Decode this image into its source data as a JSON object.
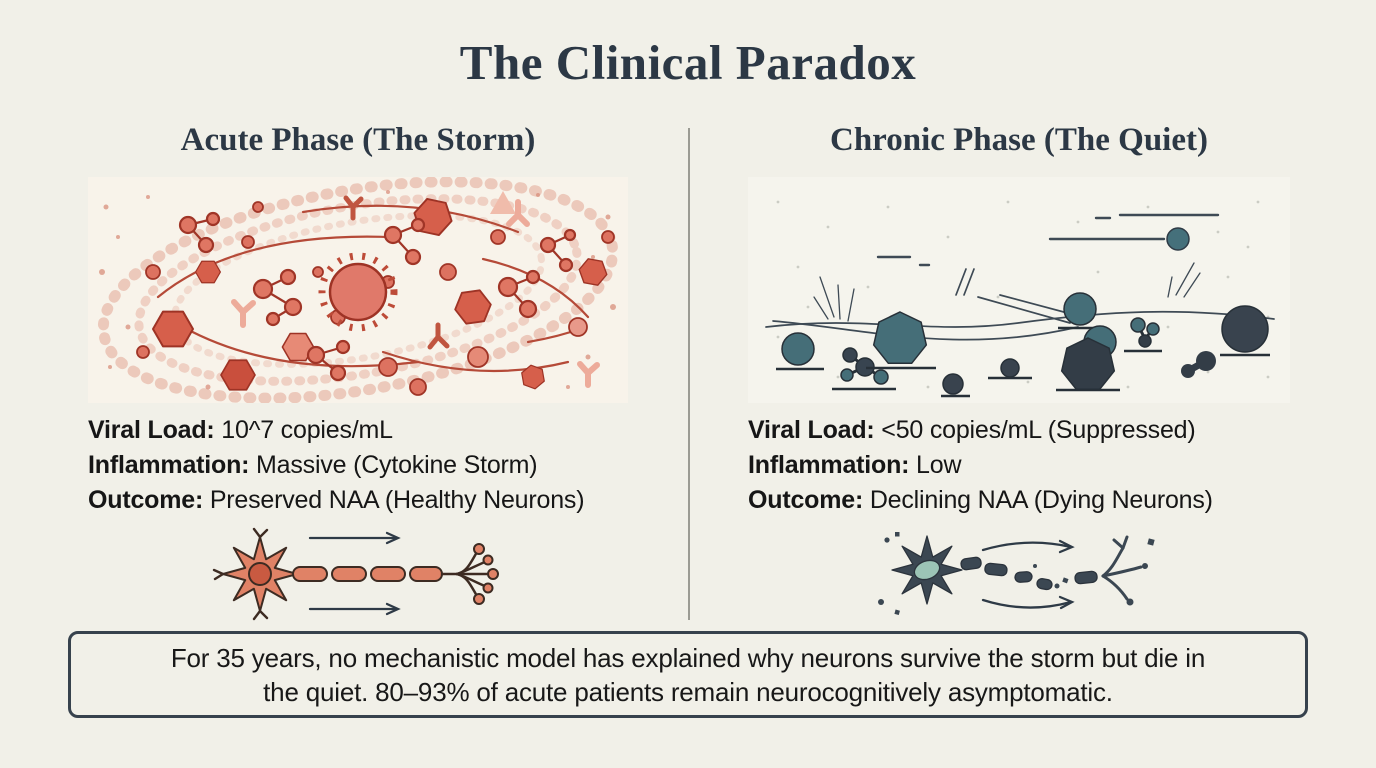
{
  "title": "The Clinical Paradox",
  "left_column": {
    "header": "Acute Phase (The Storm)",
    "illustration": "cytokine-storm",
    "stats": [
      {
        "label": "Viral Load:",
        "value": "10^7 copies/mL"
      },
      {
        "label": "Inflammation:",
        "value": "Massive (Cytokine Storm)"
      },
      {
        "label": "Outcome:",
        "value": "Preserved NAA (Healthy Neurons)"
      }
    ],
    "neuron_illustration": "healthy-neuron"
  },
  "right_column": {
    "header": "Chronic Phase (The Quiet)",
    "illustration": "viral-suppression-quiet",
    "stats": [
      {
        "label": "Viral Load:",
        "value": "<50 copies/mL (Suppressed)"
      },
      {
        "label": "Inflammation:",
        "value": "Low"
      },
      {
        "label": "Outcome:",
        "value": "Declining NAA (Dying Neurons)"
      }
    ],
    "neuron_illustration": "dying-neuron"
  },
  "footer": {
    "lines": [
      "For 35 years, no mechanistic model has explained why neurons survive the storm but die in",
      "the quiet. 80–93% of acute patients remain neurocognitively asymptomatic."
    ]
  },
  "colors": {
    "background": "#f1f0e8",
    "ink": "#2c3845",
    "storm_red": "#c8503c",
    "storm_salmon": "#e0796a",
    "quiet_teal": "#456e78",
    "quiet_slate": "#39434e",
    "footer_border": "#37424d",
    "divider": "#9b9b93"
  }
}
